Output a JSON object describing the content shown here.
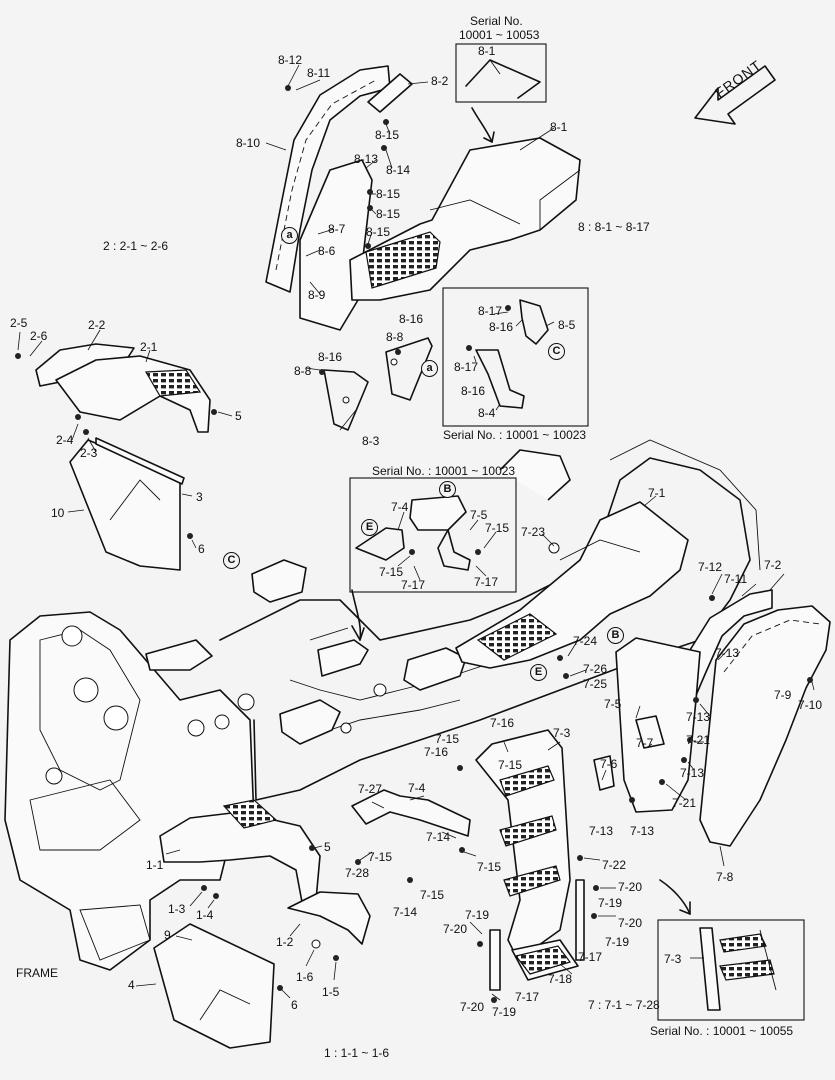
{
  "diagram": {
    "title": "FRAME",
    "front_label": "FRONT",
    "serial_notes": {
      "top": "Serial No.",
      "top_range": "10001 ~ 10053",
      "detail_8": "Serial No. : 10001 ~ 10023",
      "detail_7": "Serial No. : 10001 ~ 10023",
      "detail_73": "Serial No. : 10001 ~ 10055"
    },
    "group_notes": {
      "g8": "8  : 8-1 ~ 8-17",
      "g2": "2 : 2-1 ~ 2-6",
      "g7": "7 : 7-1 ~ 7-28",
      "g1": "1  : 1-1 ~ 1-6"
    },
    "circle_marks": {
      "a": "a",
      "B": "B",
      "C": "C",
      "E": "E"
    },
    "part_labels": [
      "8-1",
      "8-12",
      "8-11",
      "8-2",
      "8-10",
      "8-15",
      "8-13",
      "8-14",
      "8-1",
      "8-15",
      "8-15",
      "8-7",
      "8-15",
      "8-6",
      "8-9",
      "8-17",
      "8-16",
      "8-5",
      "8-17",
      "8-16",
      "8-4",
      "8-16",
      "8-8",
      "8-16",
      "8-8",
      "8-3",
      "2-5",
      "2-6",
      "2-2",
      "2-1",
      "5",
      "2-4",
      "2-3",
      "3",
      "10",
      "6",
      "7-4",
      "7-5",
      "7-15",
      "7-23",
      "7-1",
      "7-15",
      "7-17",
      "7-17",
      "7-12",
      "7-11",
      "7-2",
      "7-13",
      "7-9",
      "7-10",
      "7-24",
      "7-26",
      "7-25",
      "7-5",
      "7-13",
      "7-7",
      "7-21",
      "7-13",
      "7-21",
      "7-15",
      "7-16",
      "7-16",
      "7-3",
      "7-15",
      "7-6",
      "7-13",
      "7-13",
      "7-27",
      "7-4",
      "7-14",
      "7-15",
      "7-15",
      "7-28",
      "7-22",
      "7-14",
      "7-15",
      "7-20",
      "7-19",
      "7-20",
      "7-19",
      "7-19",
      "7-17",
      "7-20",
      "7-18",
      "7-17",
      "7-20",
      "7-19",
      "7-8",
      "7-3",
      "1-1",
      "5",
      "1-3",
      "1-4",
      "9",
      "1-2",
      "1-6",
      "1-5",
      "4",
      "6"
    ]
  }
}
